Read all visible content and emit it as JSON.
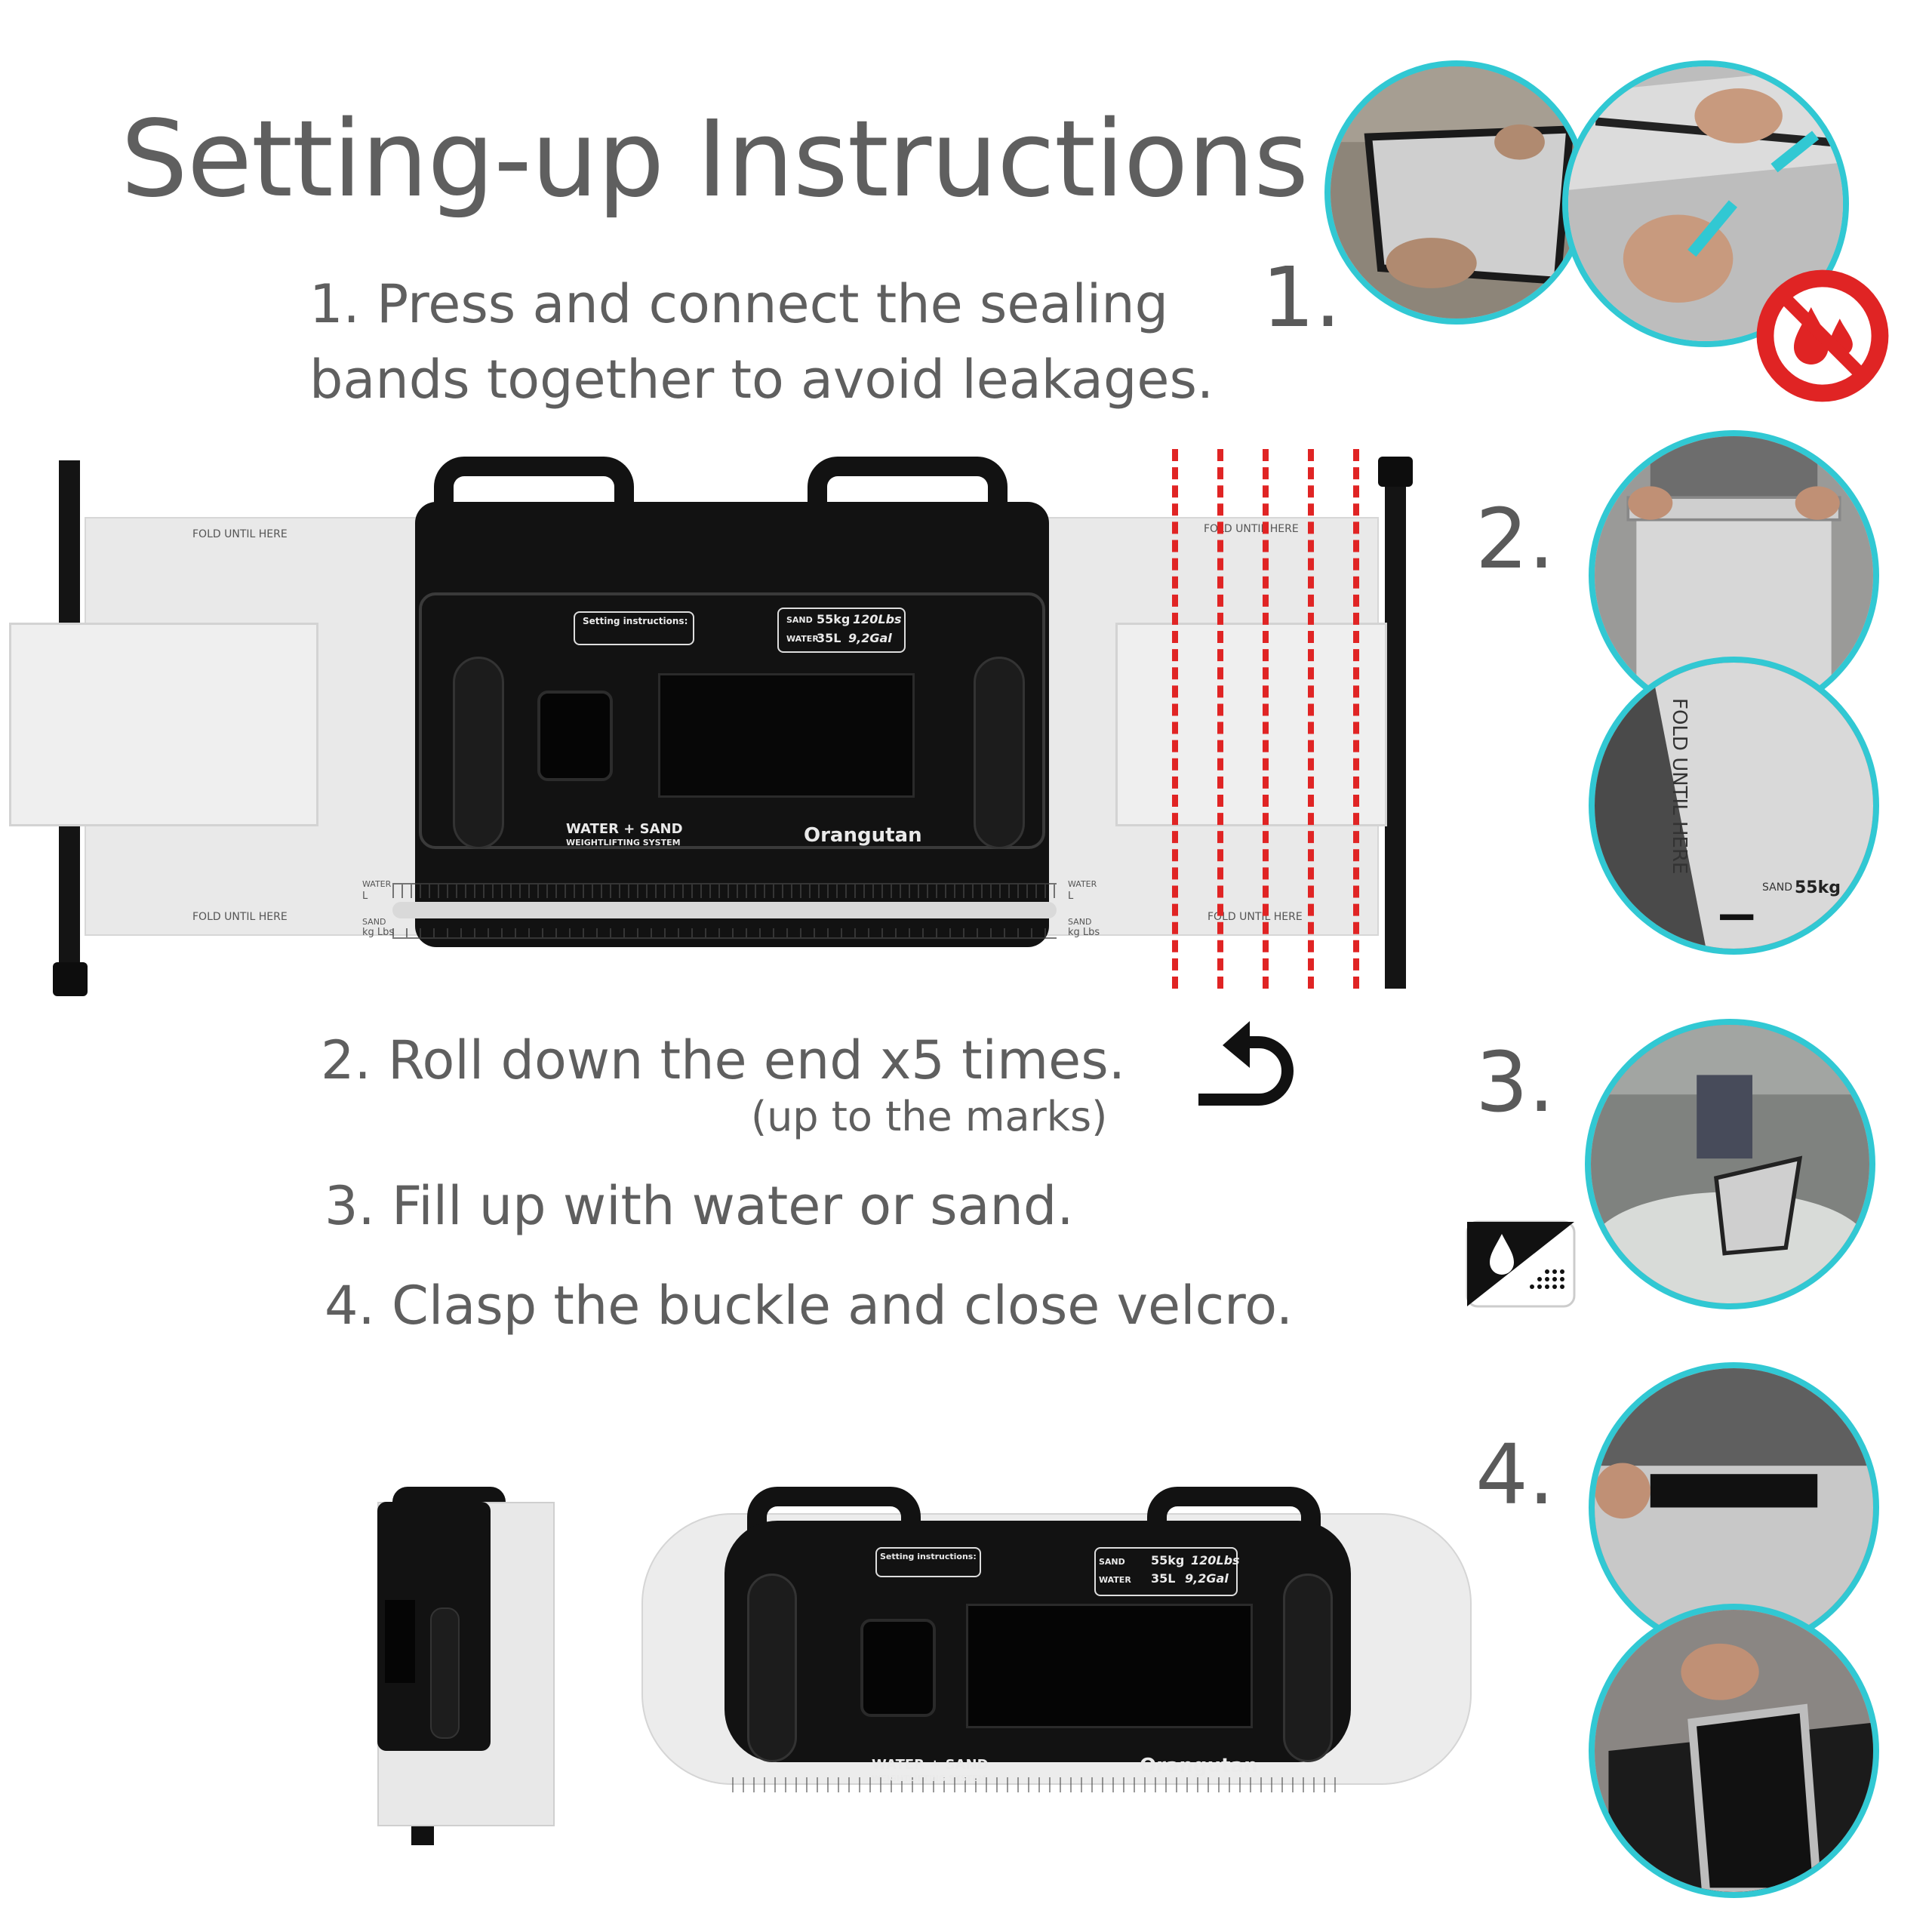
{
  "title": "Setting-up Instructions",
  "steps": {
    "step1_line1": "1. Press and connect the sealing",
    "step1_line2": "bands together to avoid leakages.",
    "step2": "2. Roll down the end x5 times.",
    "step2_note": "(up to the marks)",
    "step3": "3. Fill up with water or sand.",
    "step4": "4. Clasp the buckle and close velcro."
  },
  "numbers": {
    "n1": "1.",
    "n2": "2.",
    "n3": "3.",
    "n4": "4."
  },
  "bag": {
    "fold_label": "FOLD UNTIL HERE",
    "fold_label_vertical": "FOLD UNTIL HERE",
    "setting_instructions": "Setting instructions:",
    "sand_label": "SAND",
    "sand_value": "55kg",
    "sand_lbs": "120Lbs",
    "water_label": "WATER",
    "water_value": "35L",
    "water_gal": "9,2Gal",
    "product_line1": "WATER + SAND",
    "product_line2": "WEIGHTLIFTING SYSTEM",
    "brand": "Orangutan",
    "scale_water": "WATER",
    "scale_water_unit": "L",
    "scale_sand": "SAND",
    "scale_sand_unit": "kg Lbs",
    "detail_sand": "SAND",
    "detail_value": "55kg"
  },
  "colors": {
    "accent": "#31c8d3",
    "warning": "#e02424",
    "text": "#5f5f5f"
  },
  "icons": [
    "no-leak-icon",
    "roll-arrow-icon",
    "water-sand-icon"
  ]
}
